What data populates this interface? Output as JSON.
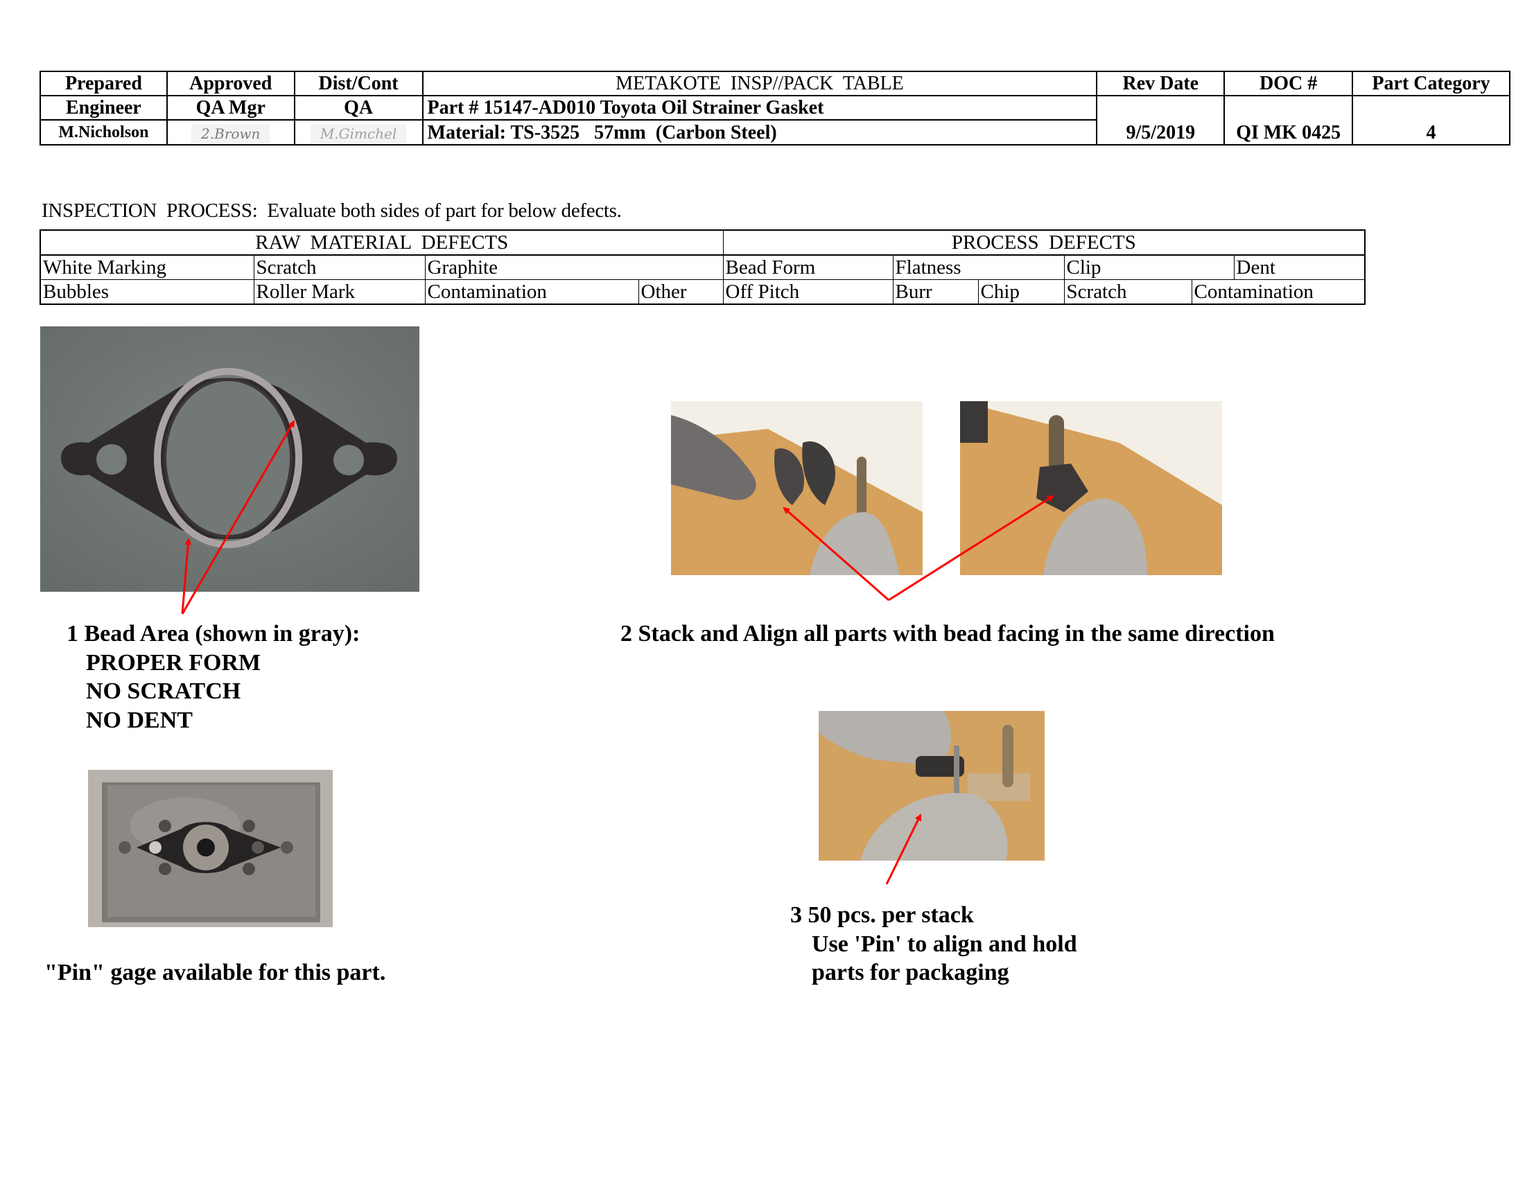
{
  "header": {
    "columns": [
      "Prepared",
      "Approved",
      "Dist/Cont",
      "METAKOTE  INSP//PACK  TABLE",
      "Rev Date",
      "DOC #",
      "Part Category"
    ],
    "roles": [
      "Engineer",
      "QA Mgr",
      "QA"
    ],
    "prepared_by": "M.Nicholson",
    "approved_signature": "2.Brown",
    "dist_signature": "M.Gimchel",
    "part_line": "Part # 15147-AD010 Toyota Oil Strainer Gasket",
    "material_line": "Material: TS-3525   57mm  (Carbon Steel)",
    "rev_date": "9/5/2019",
    "doc_number": "QI MK 0425",
    "part_category": "4"
  },
  "inspection": {
    "instruction": "INSPECTION  PROCESS:  Evaluate both sides of part for below defects.",
    "raw_material_title": "RAW  MATERIAL  DEFECTS",
    "process_title": "PROCESS  DEFECTS",
    "raw_row1": [
      "White Marking",
      "Scratch",
      "Graphite"
    ],
    "raw_row2": [
      "Bubbles",
      "Roller Mark",
      "Contamination",
      "Other"
    ],
    "process_row1": [
      "Bead Form",
      "Flatness",
      "Clip",
      "Dent"
    ],
    "process_row2": [
      "Off Pitch",
      "Burr",
      "Chip",
      "Scratch",
      "Contamination"
    ]
  },
  "steps": {
    "step1": {
      "title": "1 Bead Area (shown in gray):",
      "lines": [
        "PROPER FORM",
        "NO SCRATCH",
        "NO DENT"
      ],
      "photo": "gasket-bead-photo"
    },
    "step2": {
      "title": "2 Stack and Align all parts with bead facing in the same direction",
      "photos": [
        "gloved-hands-holding-gaskets-photo",
        "gasket-stack-on-pin-photo"
      ]
    },
    "step3": {
      "title": "3 50 pcs. per stack",
      "lines": [
        "Use 'Pin' to align and hold",
        "parts for packaging"
      ],
      "photo": "stack-pin-packaging-photo"
    },
    "pin_gage": {
      "caption": "\"Pin\" gage available for this part.",
      "photo": "pin-gage-fixture-photo"
    }
  },
  "colors": {
    "arrow": "#ff0000",
    "border": "#000000"
  }
}
